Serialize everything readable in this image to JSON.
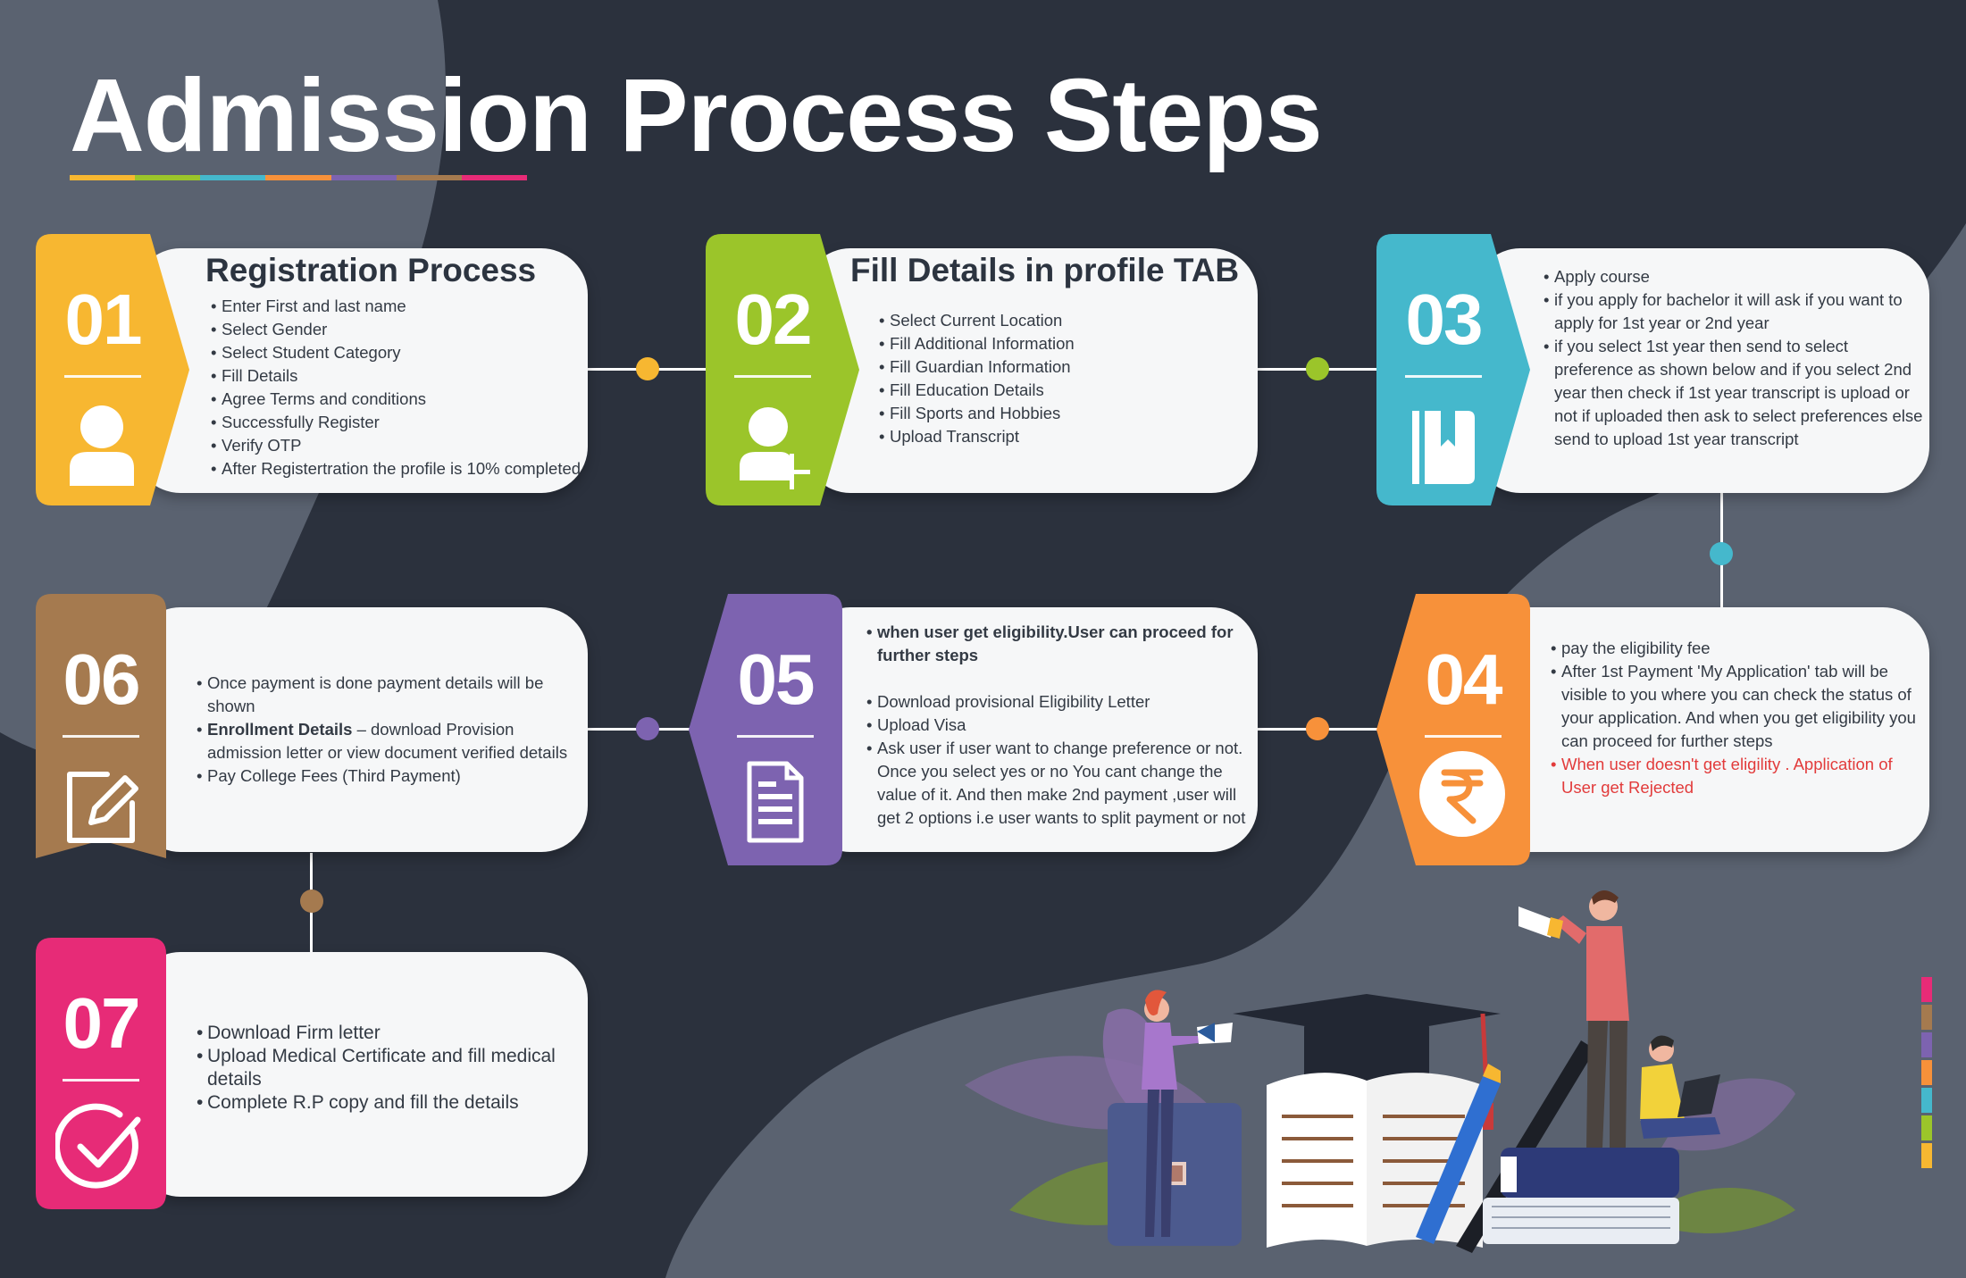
{
  "title": "Admission Process Steps",
  "colors": {
    "background": "#2b313d",
    "background_shape": "#5a6270",
    "card": "#f6f7f8",
    "step1": "#f7b731",
    "step2": "#9bc52a",
    "step3": "#45b8cc",
    "step4": "#f7913a",
    "step5": "#7d63b0",
    "step6": "#a57a4f",
    "step7": "#e72b77",
    "title_rule": [
      "#f7b731",
      "#9bc52a",
      "#45b8cc",
      "#f7913a",
      "#7d63b0",
      "#a57a4f",
      "#e72b77"
    ],
    "side_strip": [
      "#e72b77",
      "#a57a4f",
      "#7d63b0",
      "#f7913a",
      "#45b8cc",
      "#9bc52a",
      "#f7b731"
    ]
  },
  "steps": [
    {
      "number": "01",
      "title": "Registration Process",
      "icon": "user-icon",
      "items": [
        "Enter First and last name",
        "Select Gender",
        "Select Student Category",
        "Fill Details",
        "Agree Terms and conditions",
        "Successfully Register",
        "Verify OTP",
        "After Registertration the profile is 10% completed"
      ]
    },
    {
      "number": "02",
      "title": "Fill Details in profile TAB",
      "icon": "add-user-icon",
      "items": [
        "Select Current Location",
        "Fill Additional Information",
        "Fill Guardian Information",
        "Fill Education Details",
        "Fill Sports and Hobbies",
        "Upload Transcript"
      ]
    },
    {
      "number": "03",
      "title": "",
      "icon": "book-icon",
      "items": [
        "Apply course",
        " if you apply for bachelor it will ask if you want to apply for 1st year or 2nd year",
        "if you select 1st year then send to select preference as shown below and if you select 2nd year then check if 1st year transcript is upload or not if uploaded then ask to select preferences else send to upload 1st year transcript"
      ]
    },
    {
      "number": "04",
      "title": "",
      "icon": "rupee-icon",
      "items": [
        "pay the eligibility fee",
        "After 1st Payment 'My Application' tab will be visible to you where you can check the status of your application. And when you get eligibility you can proceed for further steps"
      ],
      "warning": "When user doesn't get eligility . Application of User get Rejected"
    },
    {
      "number": "05",
      "title": "",
      "icon": "document-icon",
      "lead": "when user get eligibility.User can proceed for further steps",
      "items": [
        "Download provisional Eligibility Letter",
        "Upload Visa",
        "Ask user if user want to change preference or not. Once you select yes or no You cant change the value  of it. And then make 2nd payment ,user will get 2 options i.e user wants to split payment or not"
      ]
    },
    {
      "number": "06",
      "title": "",
      "icon": "edit-icon",
      "items": [
        "Once payment is done payment details will be shown",
        "– download Provision admission letter or view document verified details",
        "Pay College Fees (Third Payment)"
      ],
      "bold_prefix": "Enrollment Details"
    },
    {
      "number": "07",
      "title": "",
      "icon": "check-circle-icon",
      "items": [
        "Download Firm letter",
        "Upload Medical Certificate and fill medical details",
        "Complete R.P copy and fill the details"
      ]
    }
  ]
}
